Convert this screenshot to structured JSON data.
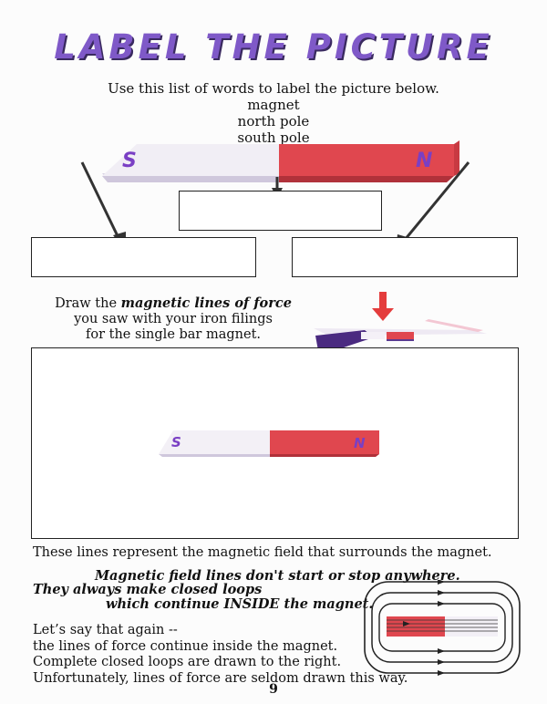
{
  "title": "LABEL THE PICTURE",
  "instructions": {
    "line1": "Use this list of words to label the picture below.",
    "words": [
      "magnet",
      "north pole",
      "south pole"
    ]
  },
  "magnet_top": {
    "south_label": "S",
    "north_label": "N"
  },
  "draw_prompt": {
    "line1_prefix": "Draw the ",
    "line1_emph": "magnetic lines of force",
    "line2": "you saw with your iron filings",
    "line3": "for the single bar magnet."
  },
  "magnet_box": {
    "south_label": "S",
    "north_label": "N"
  },
  "field_sentence": "These lines represent the magnetic field that surrounds the magnet.",
  "field_rules": [
    "Magnetic field lines don't start or stop anywhere.",
    "They always make closed loops",
    "which continue INSIDE the magnet."
  ],
  "repeat_text": [
    "Let’s say that again --",
    "the lines of force continue inside the magnet.",
    "Complete closed loops are drawn to the right.",
    "Unfortunately, lines of force are seldom drawn this way."
  ],
  "page_number": "9",
  "colors": {
    "title": "#7f59c8",
    "north": "#e0474f",
    "south_letter": "#7a3fc4",
    "arrow_red": "#e43c3c"
  }
}
